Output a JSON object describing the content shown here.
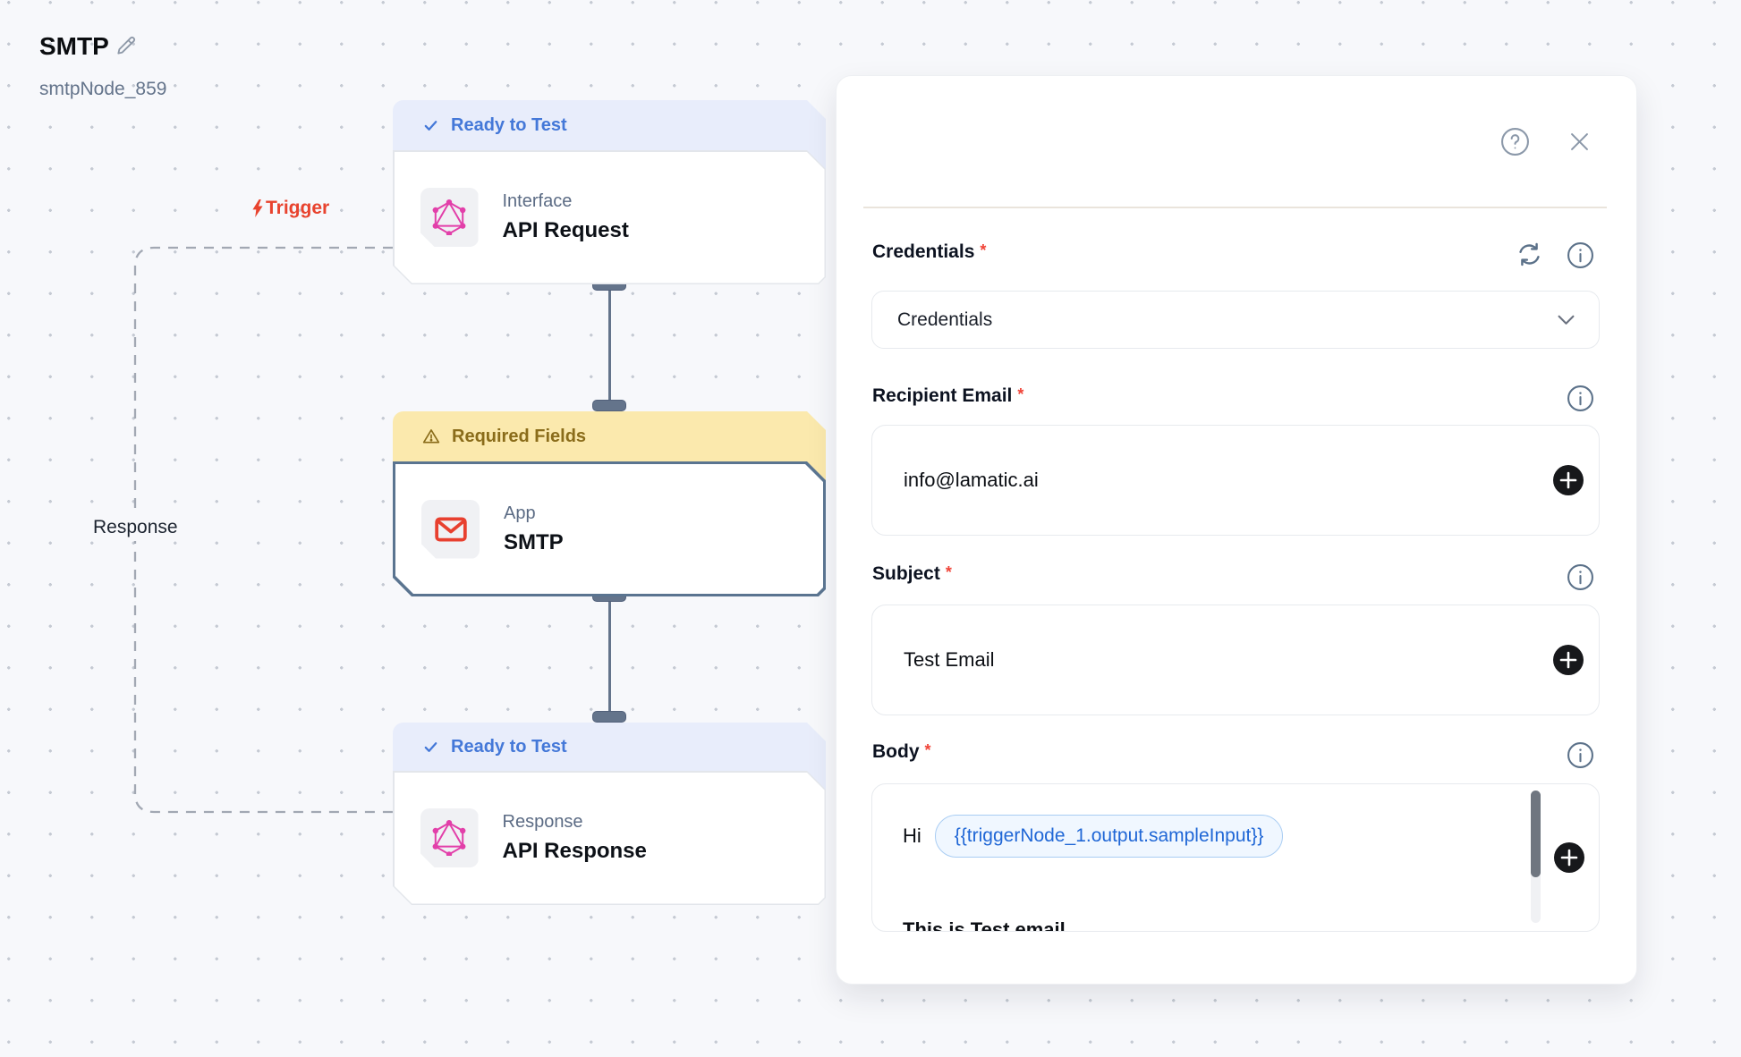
{
  "canvas": {
    "trigger_label": "Trigger",
    "response_label": "Response",
    "nodes": [
      {
        "status": "Ready to Test",
        "kind": "Interface",
        "title": "API Request"
      },
      {
        "status": "Required Fields",
        "kind": "App",
        "title": "SMTP"
      },
      {
        "status": "Ready to Test",
        "kind": "Response",
        "title": "API Response"
      }
    ]
  },
  "panel": {
    "title": "SMTP",
    "node_id": "smtpNode_859",
    "required_mark": "*",
    "fields": {
      "credentials": {
        "label": "Credentials",
        "value": "Credentials"
      },
      "recipient": {
        "label": "Recipient Email",
        "value": "info@lamatic.ai"
      },
      "subject": {
        "label": "Subject",
        "value": "Test Email"
      },
      "body": {
        "label": "Body",
        "line1_prefix": "Hi",
        "variable": "{{triggerNode_1.output.sampleInput}}",
        "line2": "This is Test email"
      }
    }
  },
  "icons": {
    "check-icon": "✓",
    "warning-icon": "⚠",
    "bolt-icon": "⚡",
    "pencil-icon": "✎",
    "help-icon": "?",
    "close-icon": "✕",
    "refresh-icon": "⟳",
    "info-icon": "ⓘ",
    "chevron-down-icon": "⌄",
    "plus-icon": "+",
    "graphql-icon": "hexagon-triangle",
    "envelope-icon": "✉",
    "scrollbar": "vertical"
  },
  "colors": {
    "canvas_bg": "#f7f8fb",
    "dot": "#c5cad3",
    "header_blue_bg": "#e8edfb",
    "header_blue_text": "#4478d8",
    "header_yellow_bg": "#fbe9ad",
    "header_yellow_text": "#8a6c1a",
    "edge": "#64748b",
    "selected_border": "#5a7490",
    "graphql_pink": "#e23fa9",
    "envelope_red": "#e8402f",
    "trigger_red": "#e8432e",
    "pill_text": "#2067d6",
    "pill_bg": "#f0f7ff",
    "required_red": "#f04438",
    "slate_icon": "#64748b"
  }
}
